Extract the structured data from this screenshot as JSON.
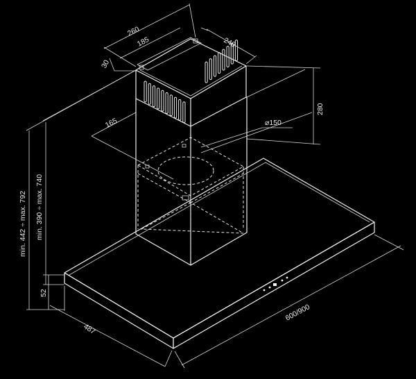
{
  "dimensions": {
    "chimney_depth": "260",
    "chimney_width_inner": "185",
    "chimney_width": "240",
    "chimney_offset": "30",
    "chimney_height": "280",
    "duct_offset": "165",
    "duct_diameter": "⌀150",
    "total_height_1": "min. 442 ÷ max. 792",
    "total_height_2": "min. 390 ÷ max. 740",
    "canopy_thickness": "52",
    "canopy_depth": "487",
    "canopy_width": "600/900"
  },
  "colors": {
    "background": "#000000",
    "line": "#f2f2f2"
  }
}
